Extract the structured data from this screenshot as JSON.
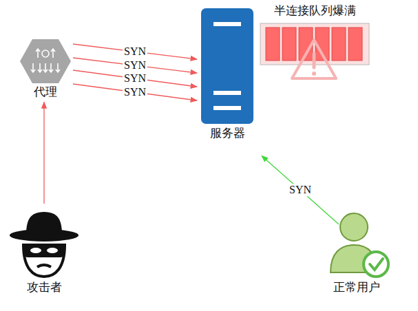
{
  "diagram": {
    "nodes": [
      {
        "text": [
          "代理"
        ]
      },
      {
        "text": [
          "服务器"
        ]
      },
      {
        "text": [
          "半连接队列爆满"
        ]
      },
      {
        "text": [
          "攻击者"
        ]
      },
      {
        "text": [
          "正常用户"
        ]
      }
    ],
    "edges": [
      {
        "from": 3,
        "to": 0,
        "arrow": "to"
      },
      {
        "from": 0,
        "to": 1,
        "label": "SYN",
        "arrow": "to"
      },
      {
        "from": 0,
        "to": 1,
        "label": "SYN",
        "arrow": "to"
      },
      {
        "from": 0,
        "to": 1,
        "label": "SYN",
        "arrow": "to"
      },
      {
        "from": 0,
        "to": 1,
        "label": "SYN",
        "arrow": "to"
      },
      {
        "from": 4,
        "to": 1,
        "label": "SYN",
        "arrow": "to"
      }
    ]
  }
}
